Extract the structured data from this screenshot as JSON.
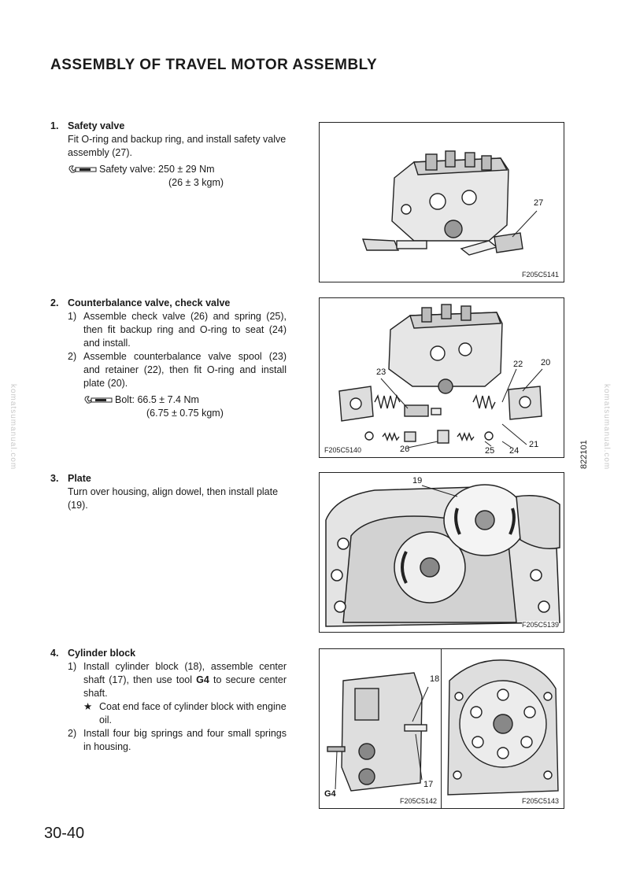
{
  "page": {
    "title": "ASSEMBLY OF TRAVEL MOTOR ASSEMBLY",
    "page_number": "30-40",
    "side_code": "822101",
    "watermark": "komatsumanual.com"
  },
  "steps": [
    {
      "number": "1.",
      "heading": "Safety valve",
      "text": "Fit O-ring and backup ring, and install safety valve assembly (27).",
      "torque": {
        "line1": "Safety valve: 250 ± 29 Nm",
        "line2": "(26 ± 3 kgm)"
      }
    },
    {
      "number": "2.",
      "heading": "Counterbalance valve, check valve",
      "substeps": [
        {
          "number": "1)",
          "text": "Assemble check valve (26) and spring (25), then fit backup ring and O-ring to seat (24) and install."
        },
        {
          "number": "2)",
          "text": "Assemble counterbalance valve spool (23) and retainer (22), then fit O-ring and install plate (20)."
        }
      ],
      "torque": {
        "line1": "Bolt: 66.5 ± 7.4 Nm",
        "line2": "(6.75 ± 0.75 kgm)"
      }
    },
    {
      "number": "3.",
      "heading": "Plate",
      "text": "Turn over housing, align dowel, then install plate (19)."
    },
    {
      "number": "4.",
      "heading": "Cylinder block",
      "substeps": [
        {
          "number": "1)",
          "pre": "Install cylinder block (18), assemble center shaft (17), then use tool ",
          "tool": "G4",
          "post": " to secure center shaft."
        },
        {
          "number": "2)",
          "text": "Install four big springs and four small springs in housing."
        }
      ],
      "note": {
        "mark": "★",
        "text": "Coat end face of cylinder block with engine oil."
      }
    }
  ],
  "figures": {
    "fig1": {
      "code": "F205C5141",
      "callouts": [
        "27"
      ]
    },
    "fig2": {
      "code": "F205C5140",
      "callouts": [
        "23",
        "22",
        "20",
        "21",
        "26",
        "25",
        "24"
      ]
    },
    "fig3": {
      "code": "F205C5139",
      "callouts": [
        "19"
      ]
    },
    "fig4a": {
      "code": "F205C5142",
      "callouts": [
        "18",
        "17",
        "G4"
      ]
    },
    "fig4b": {
      "code": "F205C5143"
    }
  }
}
